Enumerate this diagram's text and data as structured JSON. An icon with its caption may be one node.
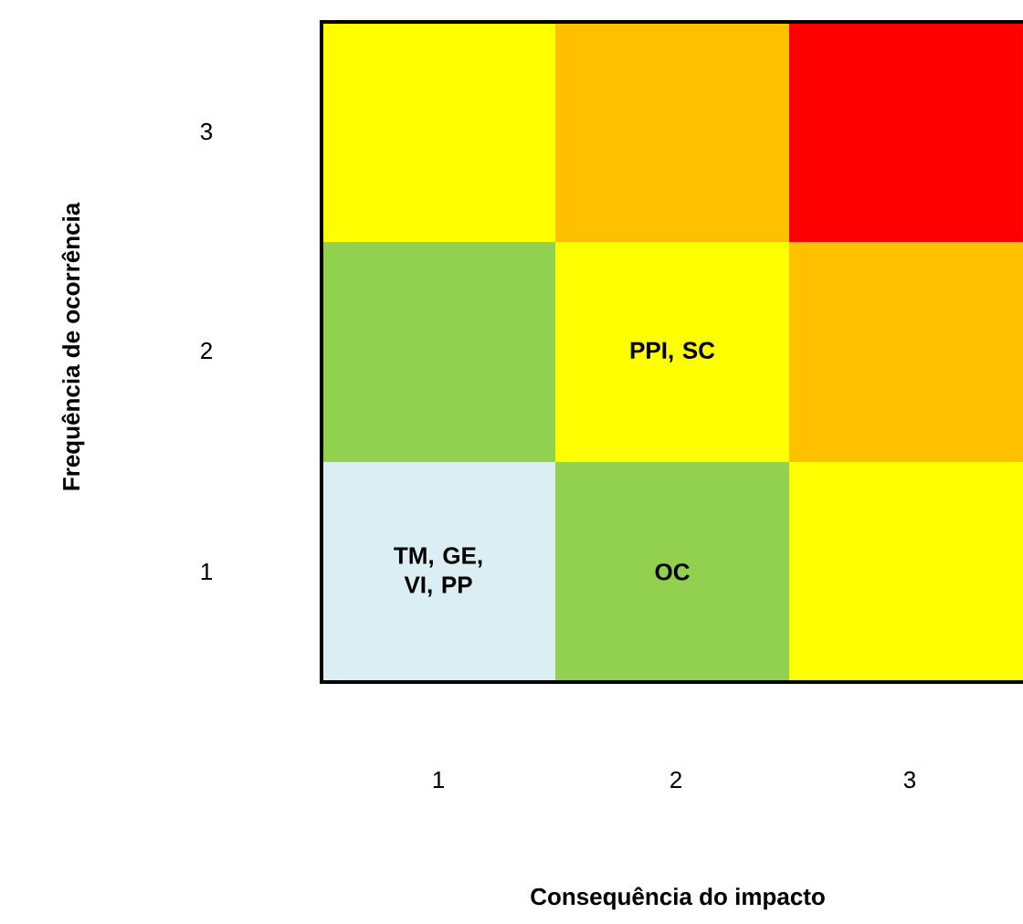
{
  "diagram": {
    "nodes": [
      {
        "text": [],
        "shape": "box"
      },
      {
        "text": [],
        "shape": "box"
      },
      {
        "text": [],
        "shape": "box"
      },
      {
        "text": [],
        "shape": "box"
      },
      {
        "text": [
          "PPI, SC"
        ]
      },
      {
        "text": [],
        "shape": "box"
      },
      {
        "text": [
          "TM, GE, VI, PP"
        ]
      },
      {
        "text": [
          "OC"
        ]
      },
      {
        "text": [],
        "shape": "box"
      }
    ],
    "edges": [],
    "labels": [
      "Frequência de ocorrência",
      "3",
      "2",
      "1",
      "1",
      "2",
      "3",
      "Consequência do impacto"
    ]
  }
}
